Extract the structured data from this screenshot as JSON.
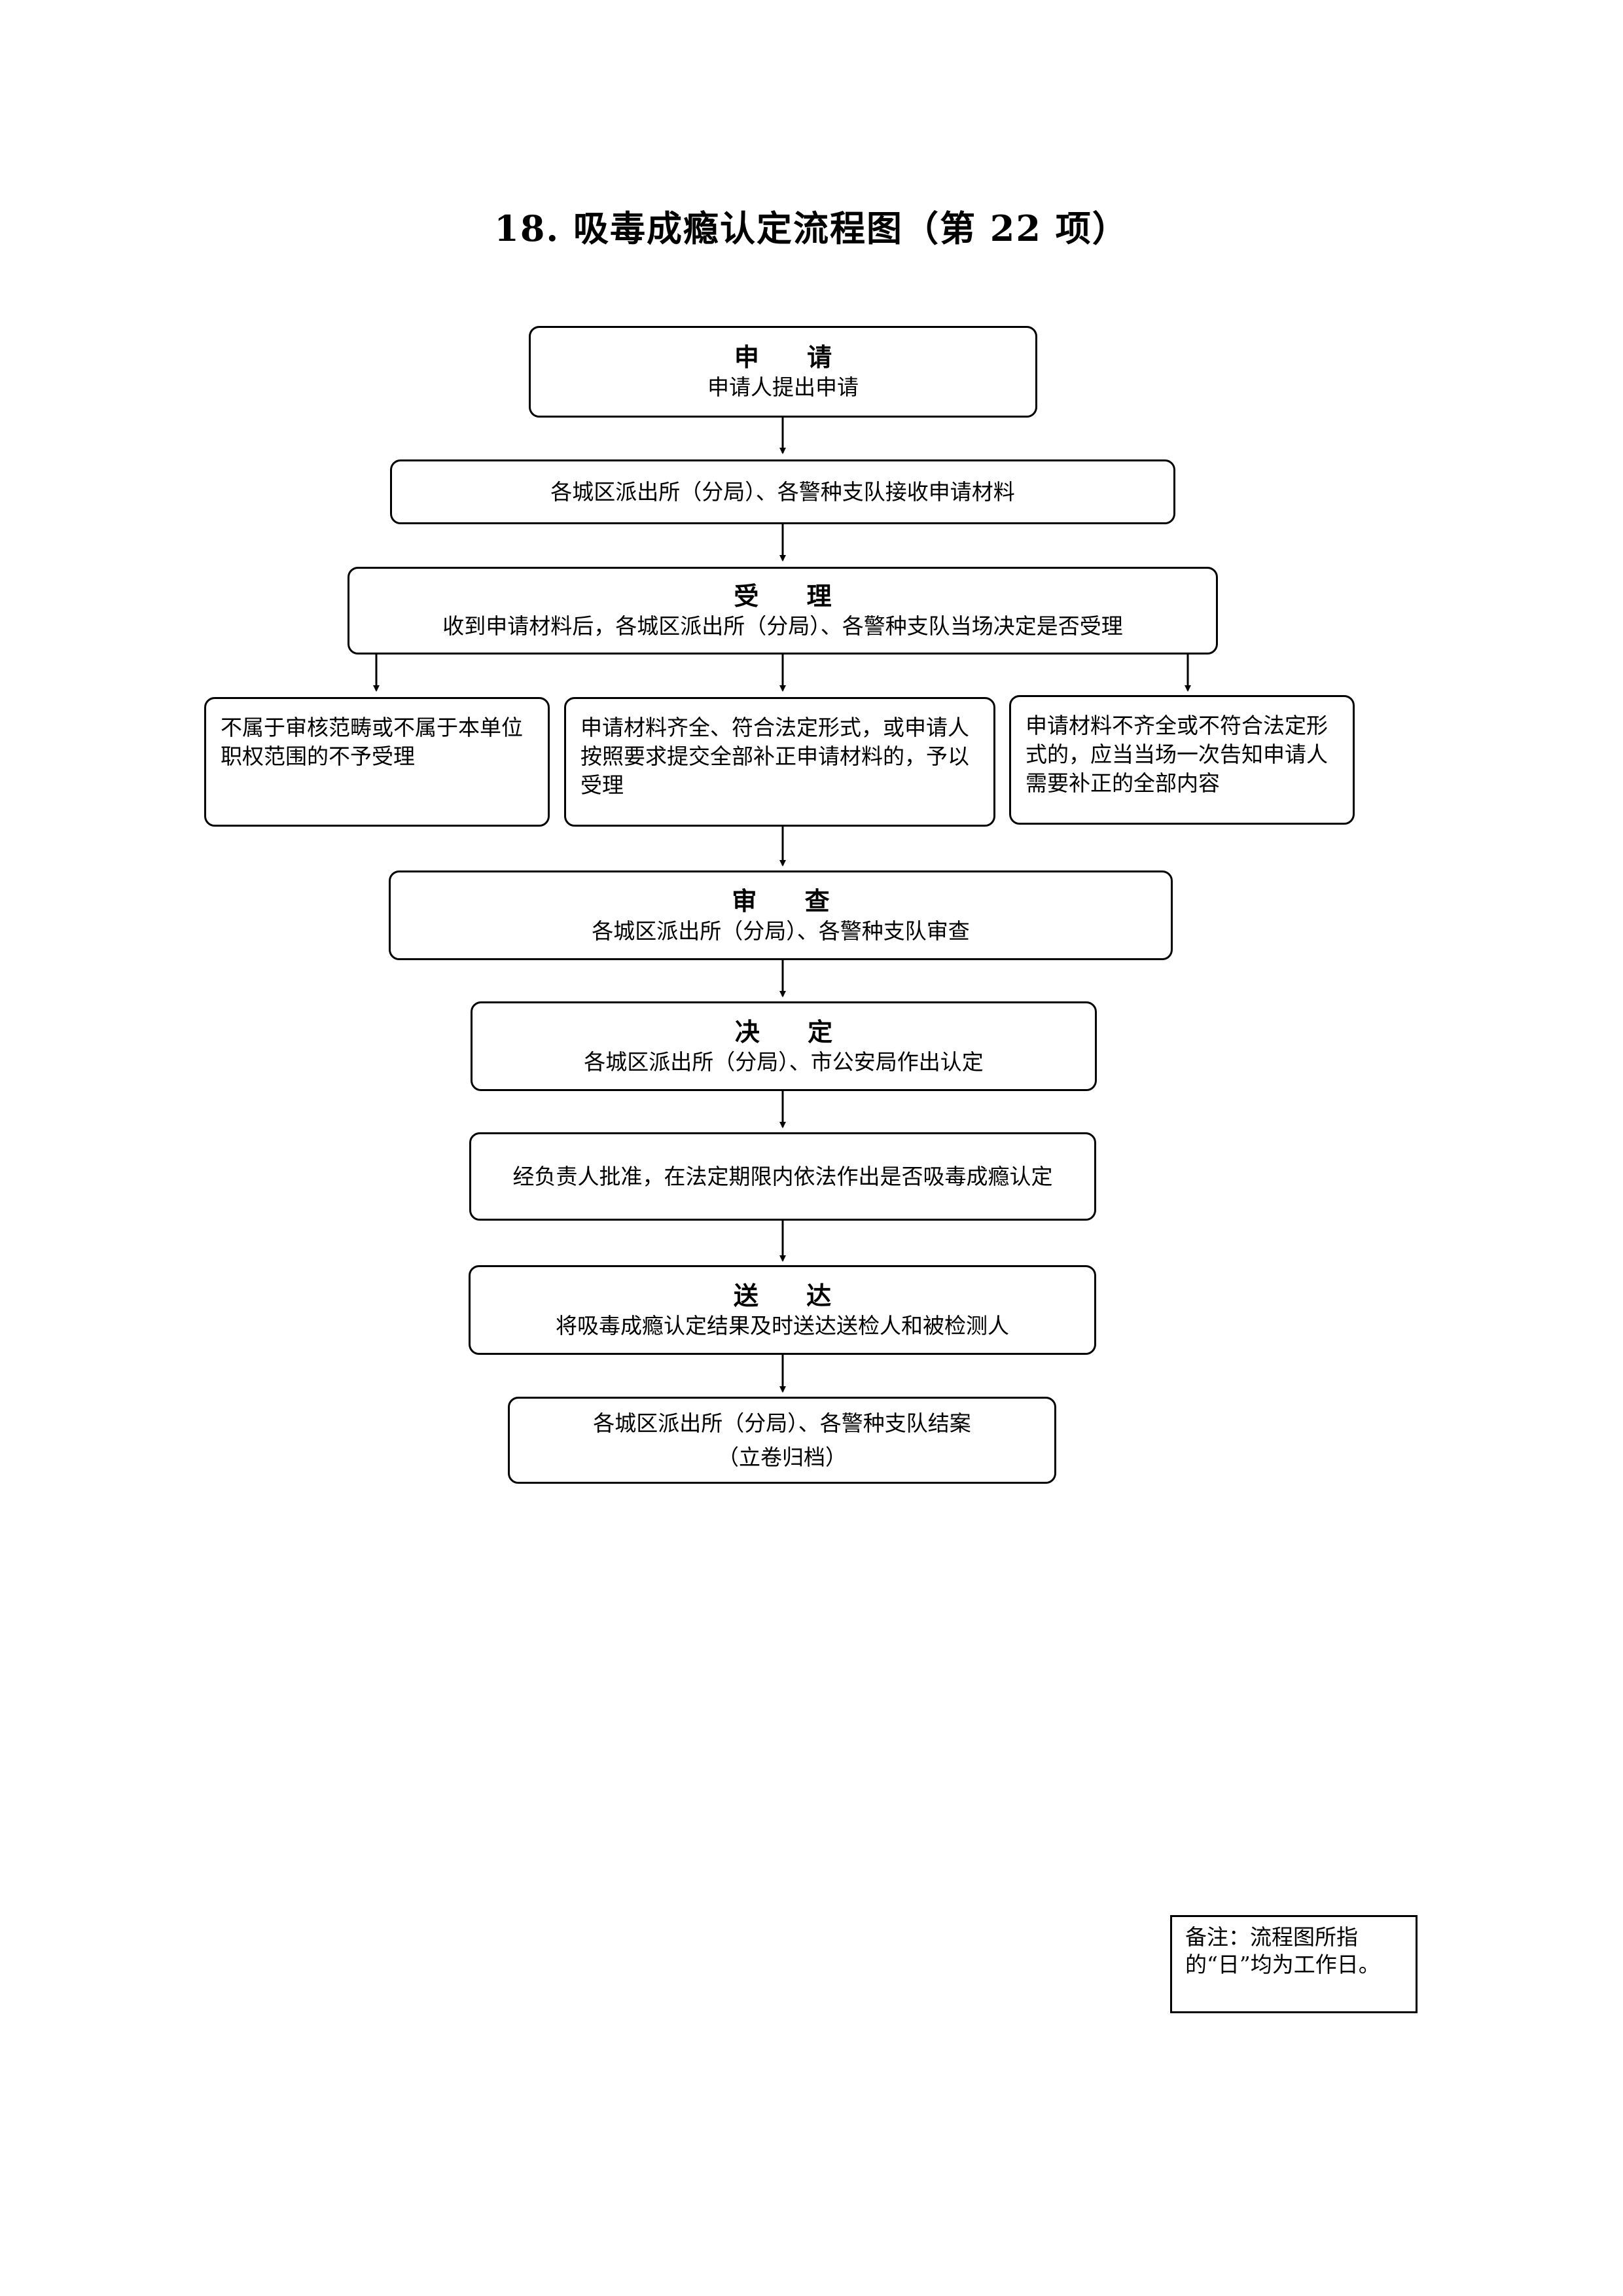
{
  "title": "18. 吸毒成瘾认定流程图（第 22 项）",
  "steps": {
    "apply": {
      "head": "申 请",
      "body": "申请人提出申请"
    },
    "receive": {
      "body": "各城区派出所（分局）、各警种支队接收申请材料"
    },
    "accept": {
      "head": "受 理",
      "body": "收到申请材料后，各城区派出所（分局）、各警种支队当场决定是否受理"
    },
    "reject": {
      "body": "不属于审核范畴或不属于本单位职权范围的不予受理"
    },
    "accepted": {
      "body": "申请材料齐全、符合法定形式，或申请人按照要求提交全部补正申请材料的，予以受理"
    },
    "supplement": {
      "body": "申请材料不齐全或不符合法定形式的，应当当场一次告知申请人需要补正的全部内容"
    },
    "review": {
      "head": "审 查",
      "body": "各城区派出所（分局）、各警种支队审查"
    },
    "decide": {
      "head": "决 定",
      "body": "各城区派出所（分局）、市公安局作出认定"
    },
    "approve": {
      "body": "经负责人批准，在法定期限内依法作出是否吸毒成瘾认定"
    },
    "deliver": {
      "head": "送 达",
      "body": "将吸毒成瘾认定结果及时送达送检人和被检测人"
    },
    "close": {
      "body": "各城区派出所（分局）、各警种支队结案",
      "sub": "（立卷归档）"
    }
  },
  "note": "备注：流程图所指的“日”均为工作日。"
}
